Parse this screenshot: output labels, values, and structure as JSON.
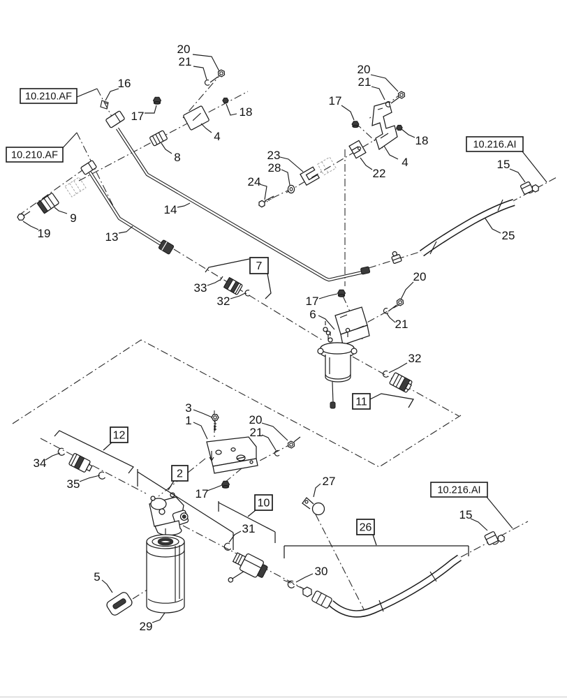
{
  "labels": {
    "1": "1",
    "2": "2",
    "3": "3",
    "4": "4",
    "5": "5",
    "6": "6",
    "7": "7",
    "8": "8",
    "9": "9",
    "10": "10",
    "11": "11",
    "12": "12",
    "13": "13",
    "14": "14",
    "15": "15",
    "16": "16",
    "17": "17",
    "18": "18",
    "19": "19",
    "20": "20",
    "21": "21",
    "22": "22",
    "23": "23",
    "24": "24",
    "25": "25",
    "26": "26",
    "27": "27",
    "28": "28",
    "29": "29",
    "30": "30",
    "31": "31",
    "32": "32",
    "33": "33",
    "34": "34",
    "35": "35",
    "ref_af": "10.210.AF",
    "ref_ai": "10.216.AI"
  }
}
